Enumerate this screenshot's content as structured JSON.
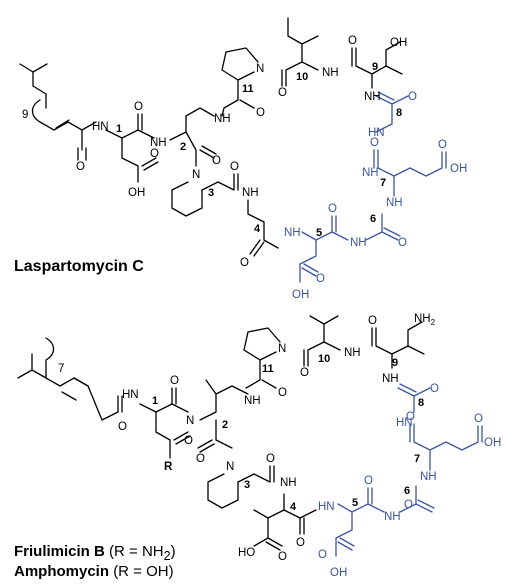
{
  "figure": {
    "compound_a": {
      "name": "Laspartomycin C"
    },
    "compound_b": {
      "name1": "Friulimicin B",
      "label1": "(R = NH",
      "sub1": "2",
      "close1": ")",
      "name2": "Amphomycin",
      "label2": "(R = OH)"
    },
    "atoms": {
      "N": "N",
      "NH": "NH",
      "HN": "HN",
      "O": "O",
      "OH": "OH",
      "HO": "HO",
      "OH_left": "OH",
      "NH2": "NH",
      "NH2_sub": "2",
      "R": "R"
    },
    "positions": [
      "1",
      "2",
      "3",
      "4",
      "5",
      "6",
      "7",
      "8",
      "9",
      "10",
      "11"
    ],
    "tail_a": "9",
    "tail_b": "7",
    "colors": {
      "black": "#000000",
      "blue": "#3b55a0"
    }
  }
}
